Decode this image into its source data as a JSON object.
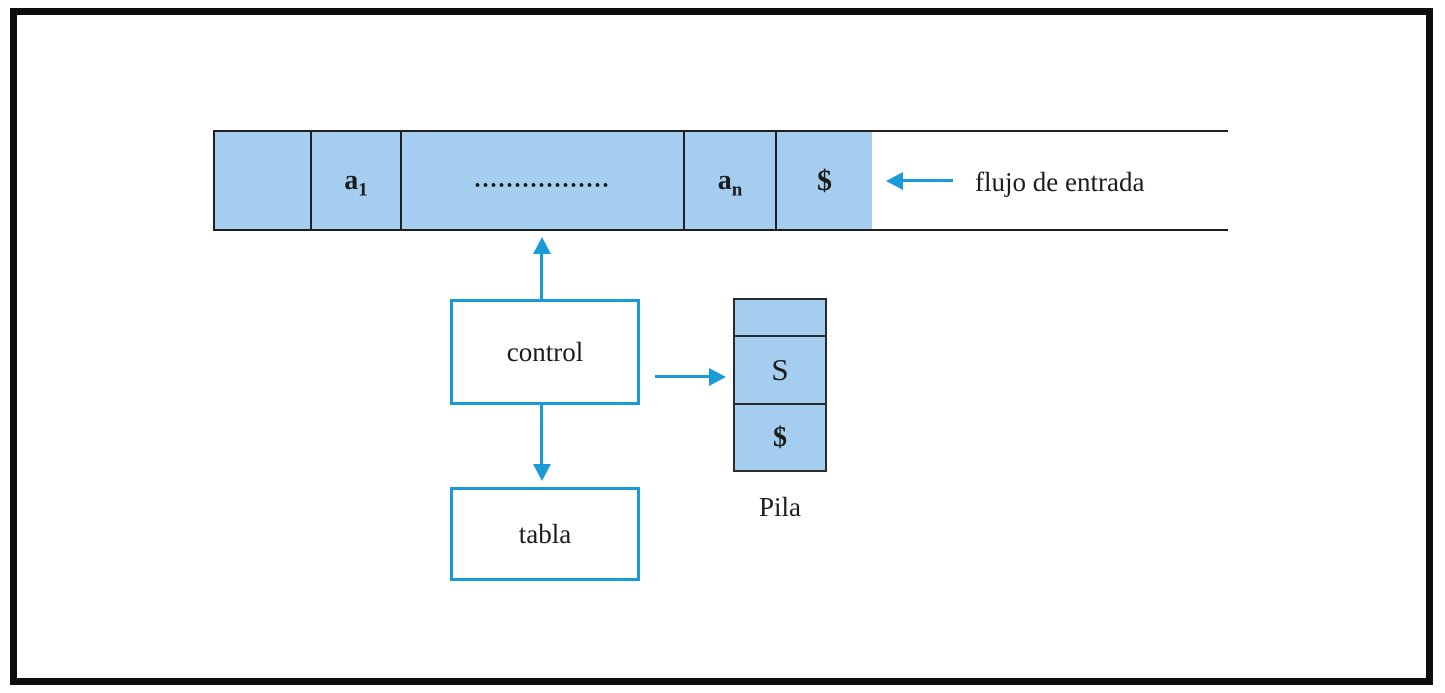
{
  "diagram": {
    "tape": {
      "cell_blank": "",
      "cell_a1": {
        "base": "a",
        "sub": "1"
      },
      "cell_dots": ".................",
      "cell_an": {
        "base": "a",
        "sub": "n"
      },
      "cell_dollar": "$",
      "stream_label": "flujo de entrada"
    },
    "control_label": "control",
    "tabla_label": "tabla",
    "stack": {
      "cell_top": "",
      "cell_mid": "S",
      "cell_bottom": "$",
      "label": "Pila"
    },
    "colors": {
      "cell_fill": "#a5cdf0",
      "diagram_blue": "#1a9bd7",
      "frame_black": "#0d0d0d"
    }
  }
}
